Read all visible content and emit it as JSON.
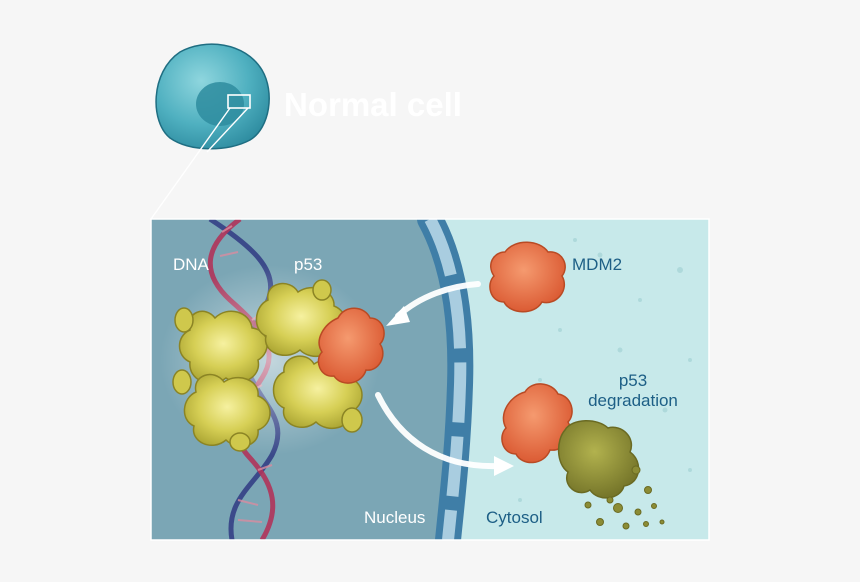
{
  "title": "Normal cell",
  "labels": {
    "dna": "DNA",
    "p53": "p53",
    "mdm2": "MDM2",
    "p53_degradation_line1": "p53",
    "p53_degradation_line2": "degradation",
    "nucleus": "Nucleus",
    "cytosol": "Cytosol"
  },
  "colors": {
    "cell": "#4aaabb",
    "nucleus_bg": "#7ba6b5",
    "cytosol_bg": "#c7e9ea",
    "p53_protein": "#c9c347",
    "mdm2_protein": "#e8734a",
    "degraded_p53": "#8b8c35",
    "membrane": "#3f7ea7",
    "label_blue": "#1d5f86"
  }
}
